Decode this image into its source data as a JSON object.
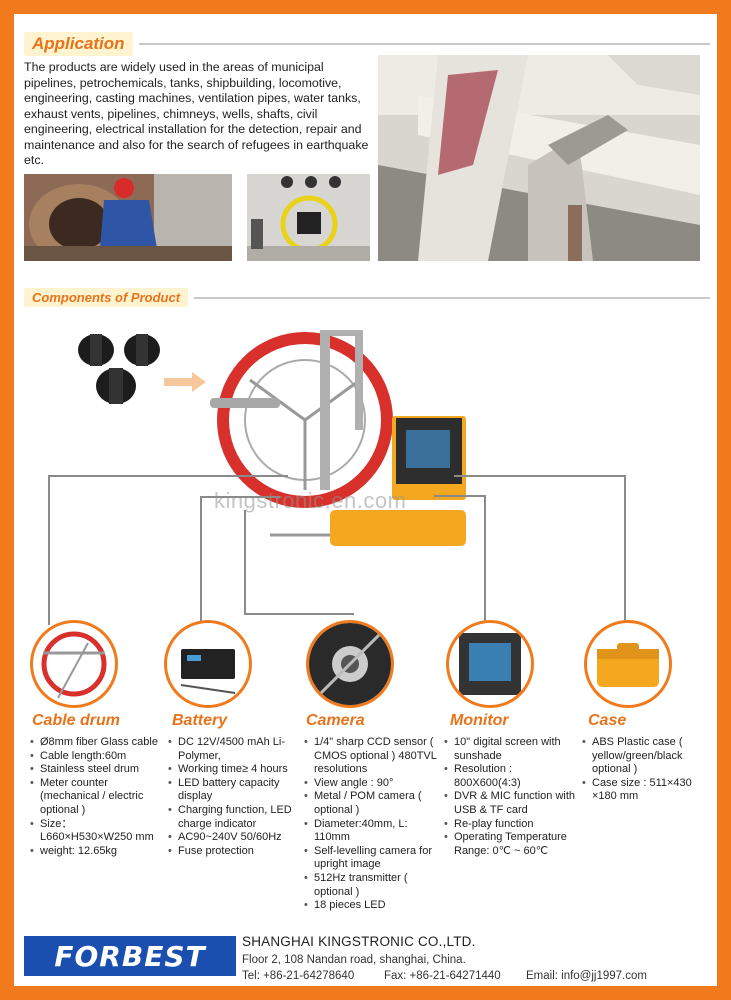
{
  "application": {
    "heading": "Application",
    "text": "The products are widely used in the areas of municipal pipelines, petrochemicals, tanks, shipbuilding, locomotive, engineering, casting machines, ventilation pipes, water tanks, exhaust vents, pipelines, chimneys, wells, shafts, civil engineering, electrical installation for the detection, repair and maintenance and also for the search of refugees in earthquake etc."
  },
  "components": {
    "heading": "Components of Product",
    "watermark": "kingstronic.en.com"
  },
  "columns": [
    {
      "title": "Cable drum",
      "specs": [
        "Ø8mm fiber Glass cable",
        "Cable length:60m",
        "Stainless steel drum",
        "Meter counter (mechanical / electric optional )",
        "Size：L660×H530×W250 mm",
        "weight: 12.65kg"
      ]
    },
    {
      "title": "Battery",
      "specs": [
        "DC 12V/4500 mAh Li-Polymer,",
        "Working time≥ 4 hours",
        "LED battery capacity display",
        "Charging function, LED charge indicator",
        "AC90~240V 50/60Hz",
        "Fuse protection"
      ]
    },
    {
      "title": "Camera",
      "specs": [
        "1/4\" sharp CCD sensor ( CMOS optional ) 480TVL resolutions",
        "View angle : 90°",
        "Metal / POM camera ( optional )",
        "Diameter:40mm, L: 110mm",
        "Self-levelling camera for upright image",
        "512Hz transmitter ( optional )",
        "18 pieces LED"
      ]
    },
    {
      "title": "Monitor",
      "specs": [
        "10\" digital screen with sunshade",
        "Resolution : 800X600(4:3)",
        "DVR & MIC function with USB & TF card",
        "Re-play function",
        "Operating Temperature Range: 0℃ ~ 60℃"
      ]
    },
    {
      "title": "Case",
      "specs": [
        "ABS Plastic case ( yellow/green/black optional )",
        "Case size : 511×430 ×180 mm"
      ]
    }
  ],
  "footer": {
    "logo": "FORBEST",
    "company": "SHANGHAI KINGSTRONIC CO.,LTD.",
    "address": "Floor 2, 108 Nandan road, shanghai, China.",
    "tel": "Tel: +86-21-64278640",
    "fax": "Fax: +86-21-64271440",
    "email": "Email: info@jj1997.com"
  },
  "colors": {
    "border": "#f07a1c",
    "accent": "#e8731a",
    "logo_blue": "#1a4fb0"
  }
}
